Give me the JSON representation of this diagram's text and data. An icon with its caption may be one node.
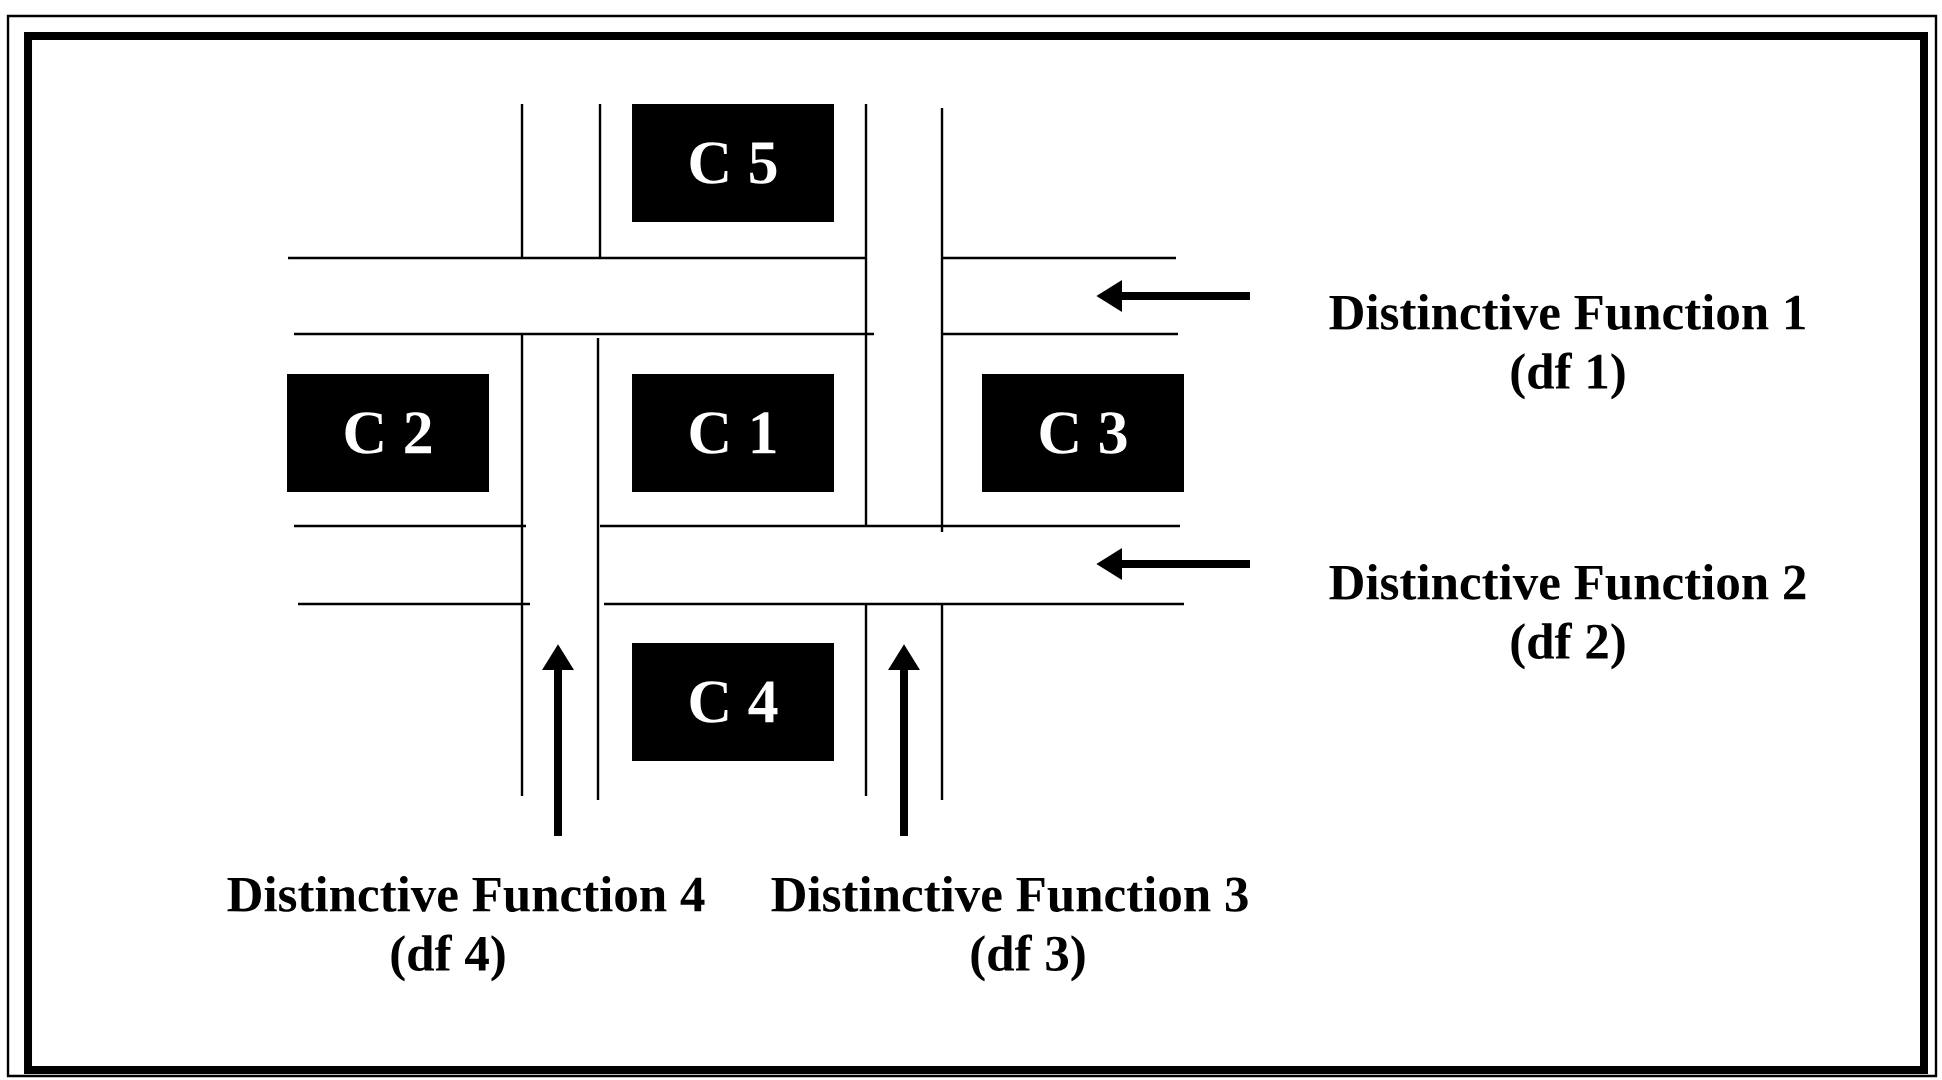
{
  "diagram": {
    "nodes": [
      {
        "text": [
          "C 5"
        ]
      },
      {
        "text": [
          "C 2"
        ]
      },
      {
        "text": [
          "C 1"
        ]
      },
      {
        "text": [
          "C 3"
        ]
      },
      {
        "text": [
          "C 4"
        ]
      }
    ],
    "labels": [
      "Distinctive Function 1",
      "(df 1)",
      "Distinctive Function 2",
      "(df 2)",
      "Distinctive Function 4",
      "(df 4)",
      "Distinctive Function 3",
      "(df 3)"
    ]
  }
}
